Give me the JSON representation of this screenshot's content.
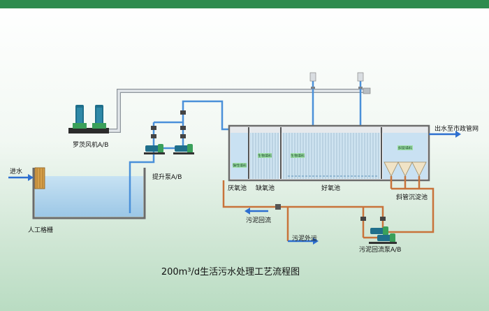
{
  "diagram": {
    "title": "200m³/d生活污水处理工艺流程图",
    "labels": {
      "inflow": "进水",
      "outflow": "出水至市政管网",
      "blower": "罗茨风机A/B",
      "lift_pump": "提升泵A/B",
      "grille": "人工格栅",
      "anaerobic": "厌氧池",
      "anoxic": "缺氧池",
      "aerobic": "好氧池",
      "settler": "斜管沉淀池",
      "sludge_return": "污泥回流",
      "sludge_out": "污泥外运",
      "return_pump": "污泥回流泵A/B"
    },
    "media_tags": {
      "anaerobic": "弹性填料",
      "anoxic": "生物填料",
      "aerobic": "生物填料",
      "settler": "斜管填料"
    }
  },
  "colors": {
    "header": "#2e8b4e",
    "water": "#aed3ec",
    "water_pipe": "#4a90d9",
    "air_pipe": "#c9cdd2",
    "sludge_pipe": "#c8733a",
    "arrow": "#2d6fd0",
    "pump_motor": "#1f6f8b",
    "media_tag": "#9fe0a8"
  }
}
